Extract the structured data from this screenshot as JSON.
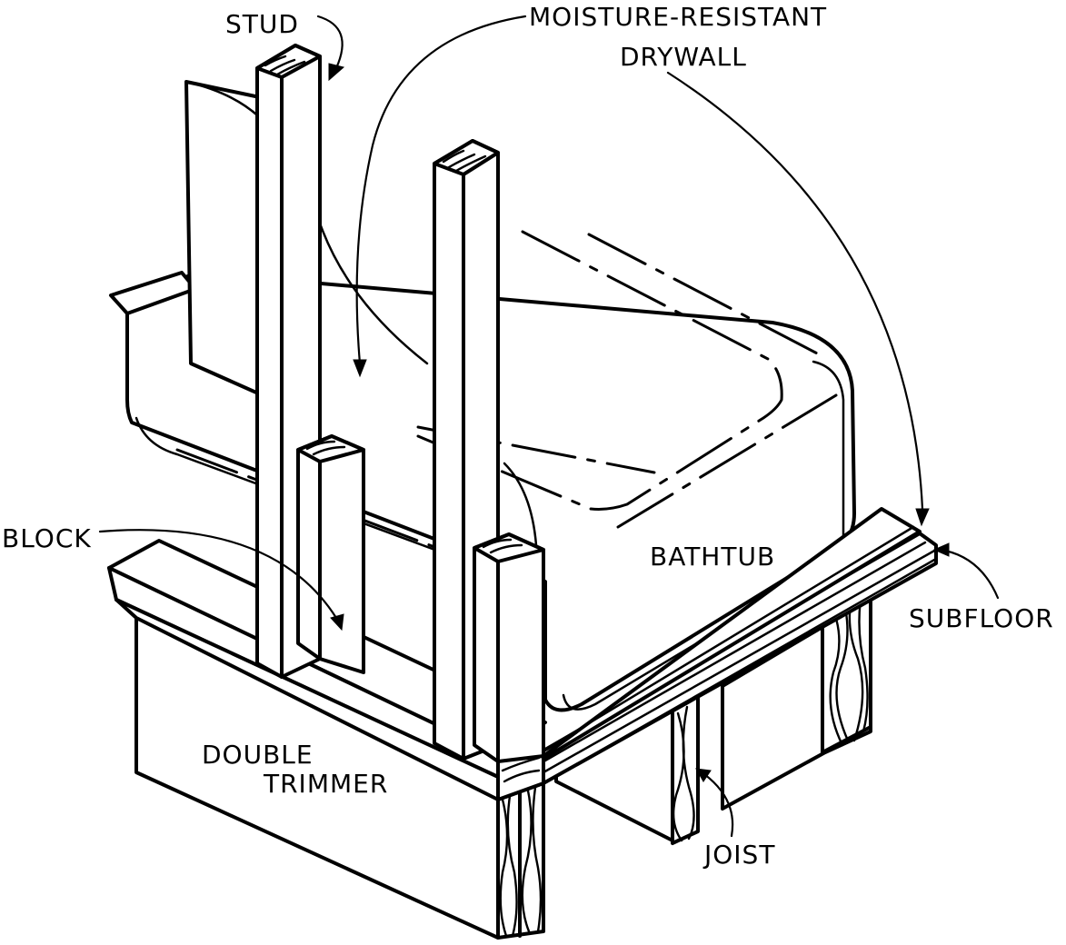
{
  "labels": {
    "stud": "STUD",
    "drywall_line1": "MOISTURE-RESISTANT",
    "drywall_line2": "DRYWALL",
    "block": "BLOCK",
    "bathtub": "BATHTUB",
    "subfloor": "SUBFLOOR",
    "double_line1": "DOUBLE",
    "double_line2": "TRIMMER",
    "joist": "JOIST"
  }
}
